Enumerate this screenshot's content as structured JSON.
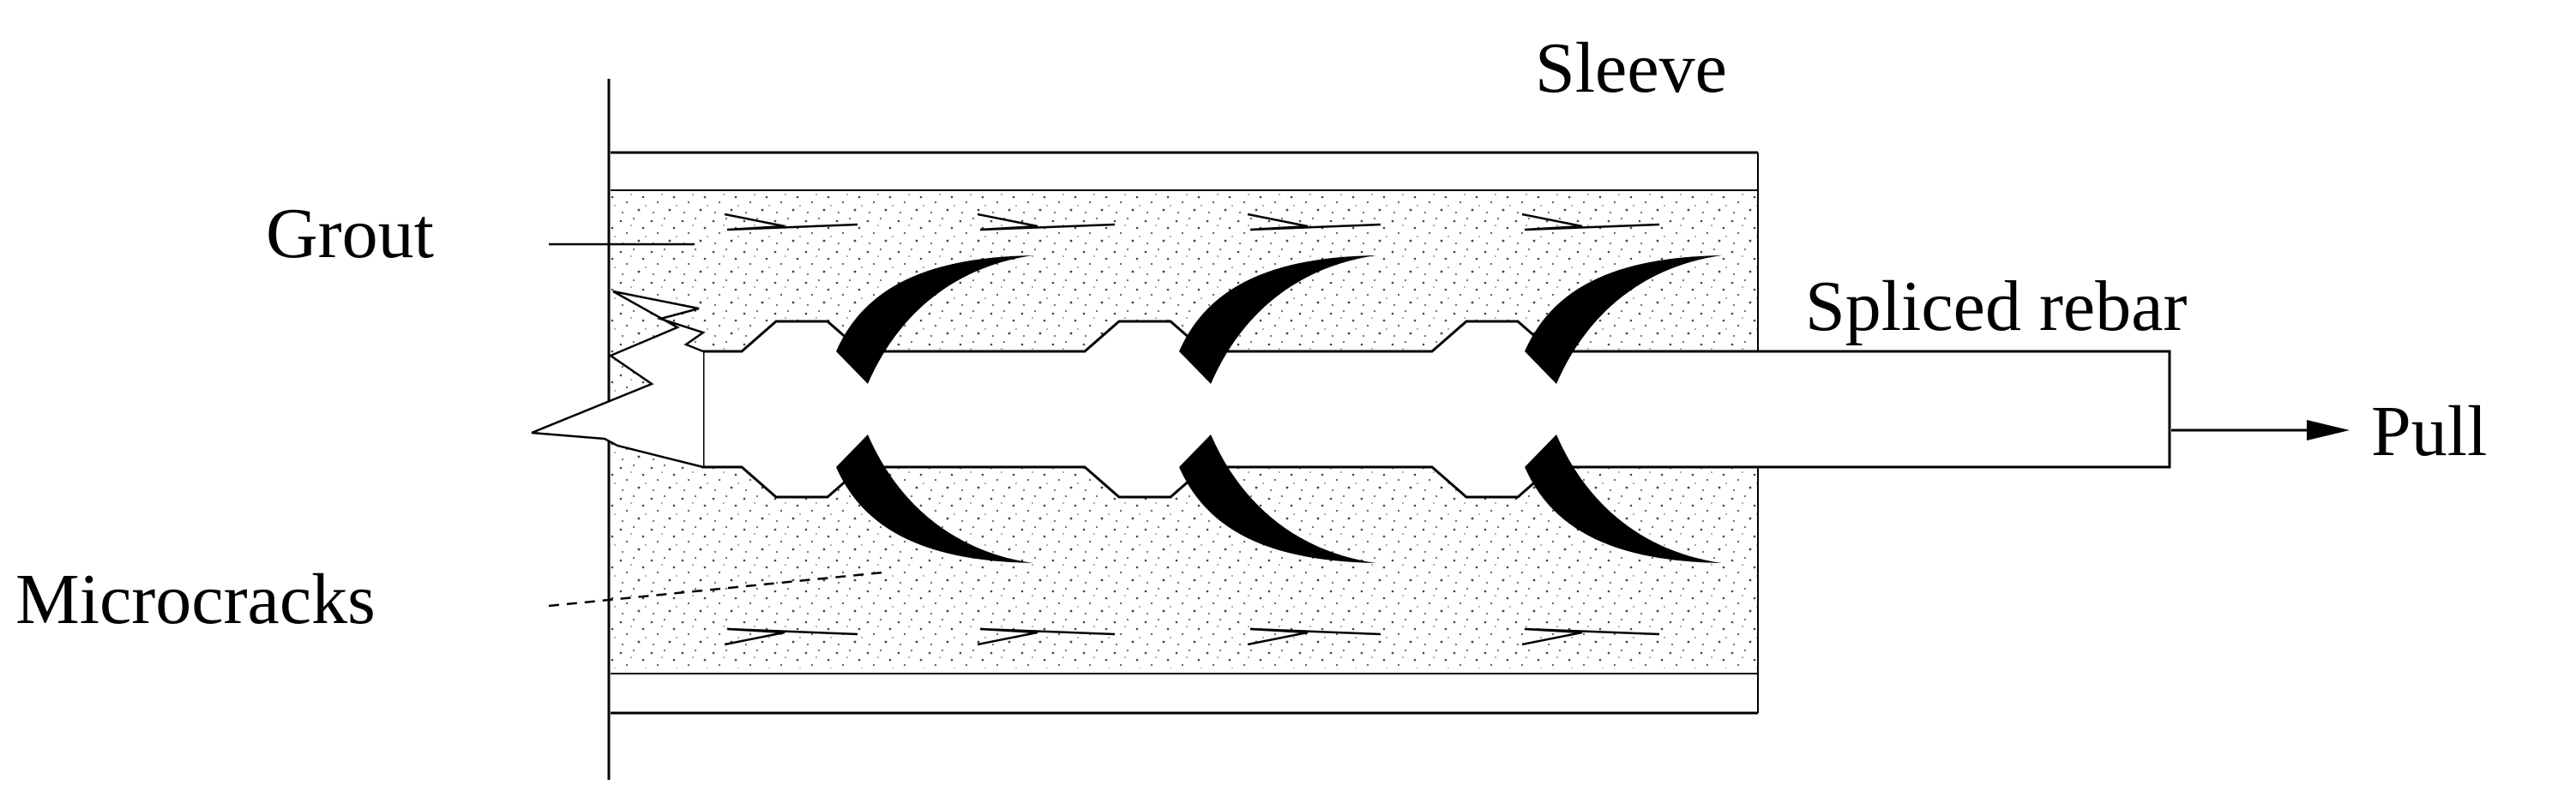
{
  "labels": {
    "sleeve": "Sleeve",
    "grout": "Grout",
    "spliced_rebar": "Spliced rebar",
    "pull": "Pull",
    "microcracks": "Microcracks"
  },
  "icons": {
    "pull_arrow": "arrow-right-icon",
    "crack": "crescent-crack-icon"
  },
  "colors": {
    "line": "#000000",
    "background": "#ffffff",
    "grout_speckle": "#555555"
  }
}
